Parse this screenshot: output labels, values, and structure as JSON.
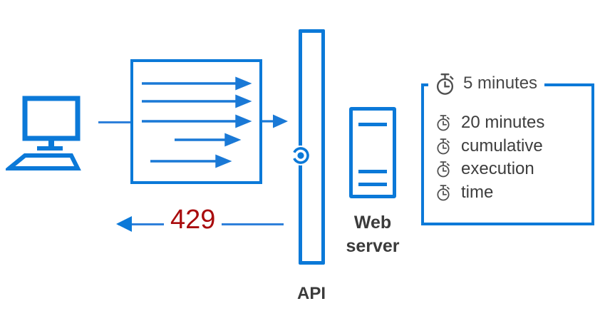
{
  "colors": {
    "accent_blue": "#0b79d8",
    "status_red": "#a90b0d",
    "label_text": "#3b3b3b",
    "icon_gray": "#4f4f4f"
  },
  "client": {
    "icon": "desktop-computer-icon"
  },
  "requests": {
    "icon": "parallel-right-arrows-icon",
    "arrow_count": 5
  },
  "api": {
    "label": "API",
    "marker_icon": "circled-dot-icon"
  },
  "web_server": {
    "label": "Web server",
    "icon": "server-icon"
  },
  "response": {
    "status_code": "429",
    "icon": "left-arrow-icon"
  },
  "limits": {
    "header": {
      "icon": "stopwatch-icon",
      "label": "5 minutes"
    },
    "items": [
      {
        "icon": "stopwatch-icon",
        "label": "20 minutes"
      },
      {
        "icon": "stopwatch-icon",
        "label": "cumulative"
      },
      {
        "icon": "stopwatch-icon",
        "label": "execution"
      },
      {
        "icon": "stopwatch-icon",
        "label": "time"
      }
    ]
  }
}
